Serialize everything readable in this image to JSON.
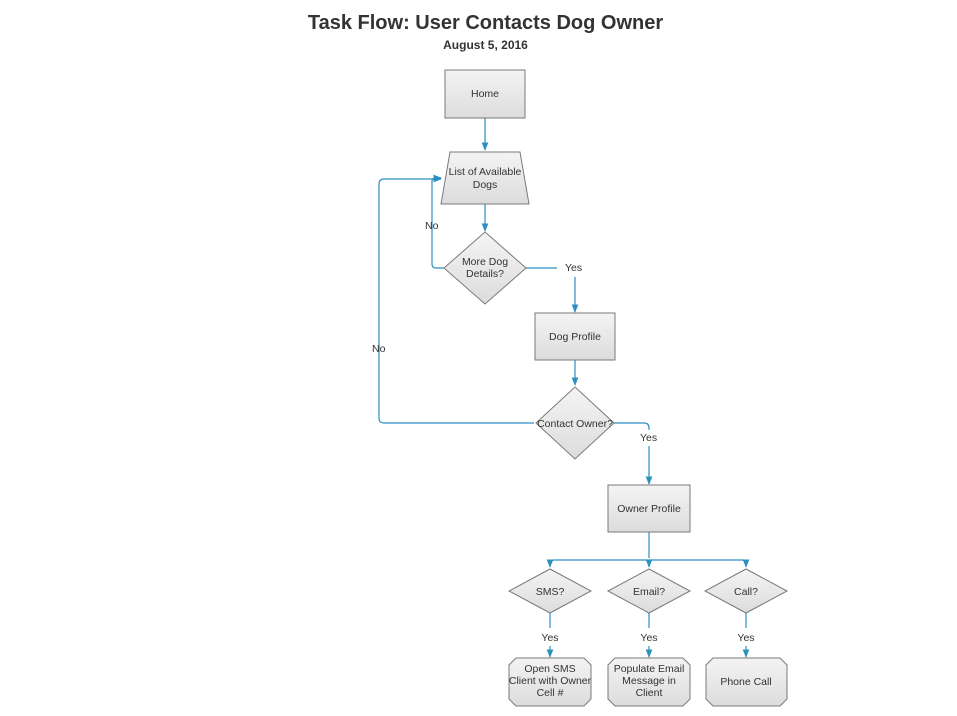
{
  "title": "Task Flow: User Contacts Dog Owner",
  "date": "August 5, 2016",
  "nodes": {
    "home": "Home",
    "list": [
      "List of Available",
      "Dogs"
    ],
    "more_details": [
      "More Dog",
      "Details?"
    ],
    "dog_profile": "Dog Profile",
    "contact_owner": "Contact Owner?",
    "owner_profile": "Owner Profile",
    "sms": "SMS?",
    "email": "Email?",
    "call": "Call?",
    "open_sms": [
      "Open SMS",
      "Client with Owner",
      "Cell #"
    ],
    "populate_email": [
      "Populate Email",
      "Message in",
      "Client"
    ],
    "phone_call": "Phone Call"
  },
  "edge_labels": {
    "details_no": "No",
    "details_yes": "Yes",
    "contact_no": "No",
    "contact_yes": "Yes",
    "sms_yes": "Yes",
    "email_yes": "Yes",
    "call_yes": "Yes"
  },
  "colors": {
    "connector": "#2b8fc0",
    "shape_fill_top": "#f4f4f4",
    "shape_fill_bottom": "#dcdcdc",
    "shape_stroke": "#7a7a7a"
  }
}
